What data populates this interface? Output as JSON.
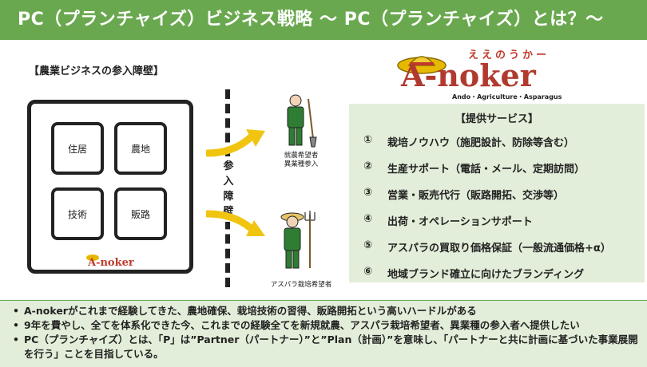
{
  "title": "PC（プランチャイズ）ビジネス戦略 ～ PC（プランチャイズ）とは？～",
  "barrier_heading": "【農業ビジネスの参入障壁】",
  "barriers": [
    "住居",
    "農地",
    "技術",
    "販路"
  ],
  "barrier_label": "参入障壁",
  "farmers": {
    "top_label_line1": "就農希望者",
    "top_label_line2": "異業種参入",
    "bottom_label": "アスパラ栽培希望者"
  },
  "logo": {
    "kana": "ええのうかー",
    "name": "A-noker",
    "tagline": "Ando・Agriculture・Asparagus"
  },
  "services": {
    "title": "【提供サービス】",
    "items": [
      {
        "num": "①",
        "text": "栽培ノウハウ（施肥設計、防除等含む）"
      },
      {
        "num": "②",
        "text": "生産サポート（電話・メール、定期訪問）"
      },
      {
        "num": "③",
        "text": "営業・販売代行（販路開拓、交渉等）"
      },
      {
        "num": "④",
        "text": "出荷・オペレーションサポート"
      },
      {
        "num": "⑤",
        "text": "アスパラの買取り価格保証（一般流通価格+α）"
      },
      {
        "num": "⑥",
        "text": "地域ブランド確立に向けたブランディング"
      }
    ]
  },
  "bullets": [
    "A-nokerがこれまで経験してきた、農地確保、栽培技術の習得、販路開拓という高いハードルがある",
    "9年を費やし、全てを体系化できた今、これまでの経験全てを新規就農、アスパラ栽培希望者、異業種の参入者へ提供したい",
    "PC（プランチャイズ）とは、「P」は”Partner（パートナー）”と”Plan（計画）”を意味し、「パートナーと共に計画に基づいた事業展開を行う」ことを目指している。"
  ],
  "colors": {
    "header": "#6aa84f",
    "panel": "#e2eed9",
    "logo_red": "#c0392b",
    "arrow": "#f1c40f"
  }
}
